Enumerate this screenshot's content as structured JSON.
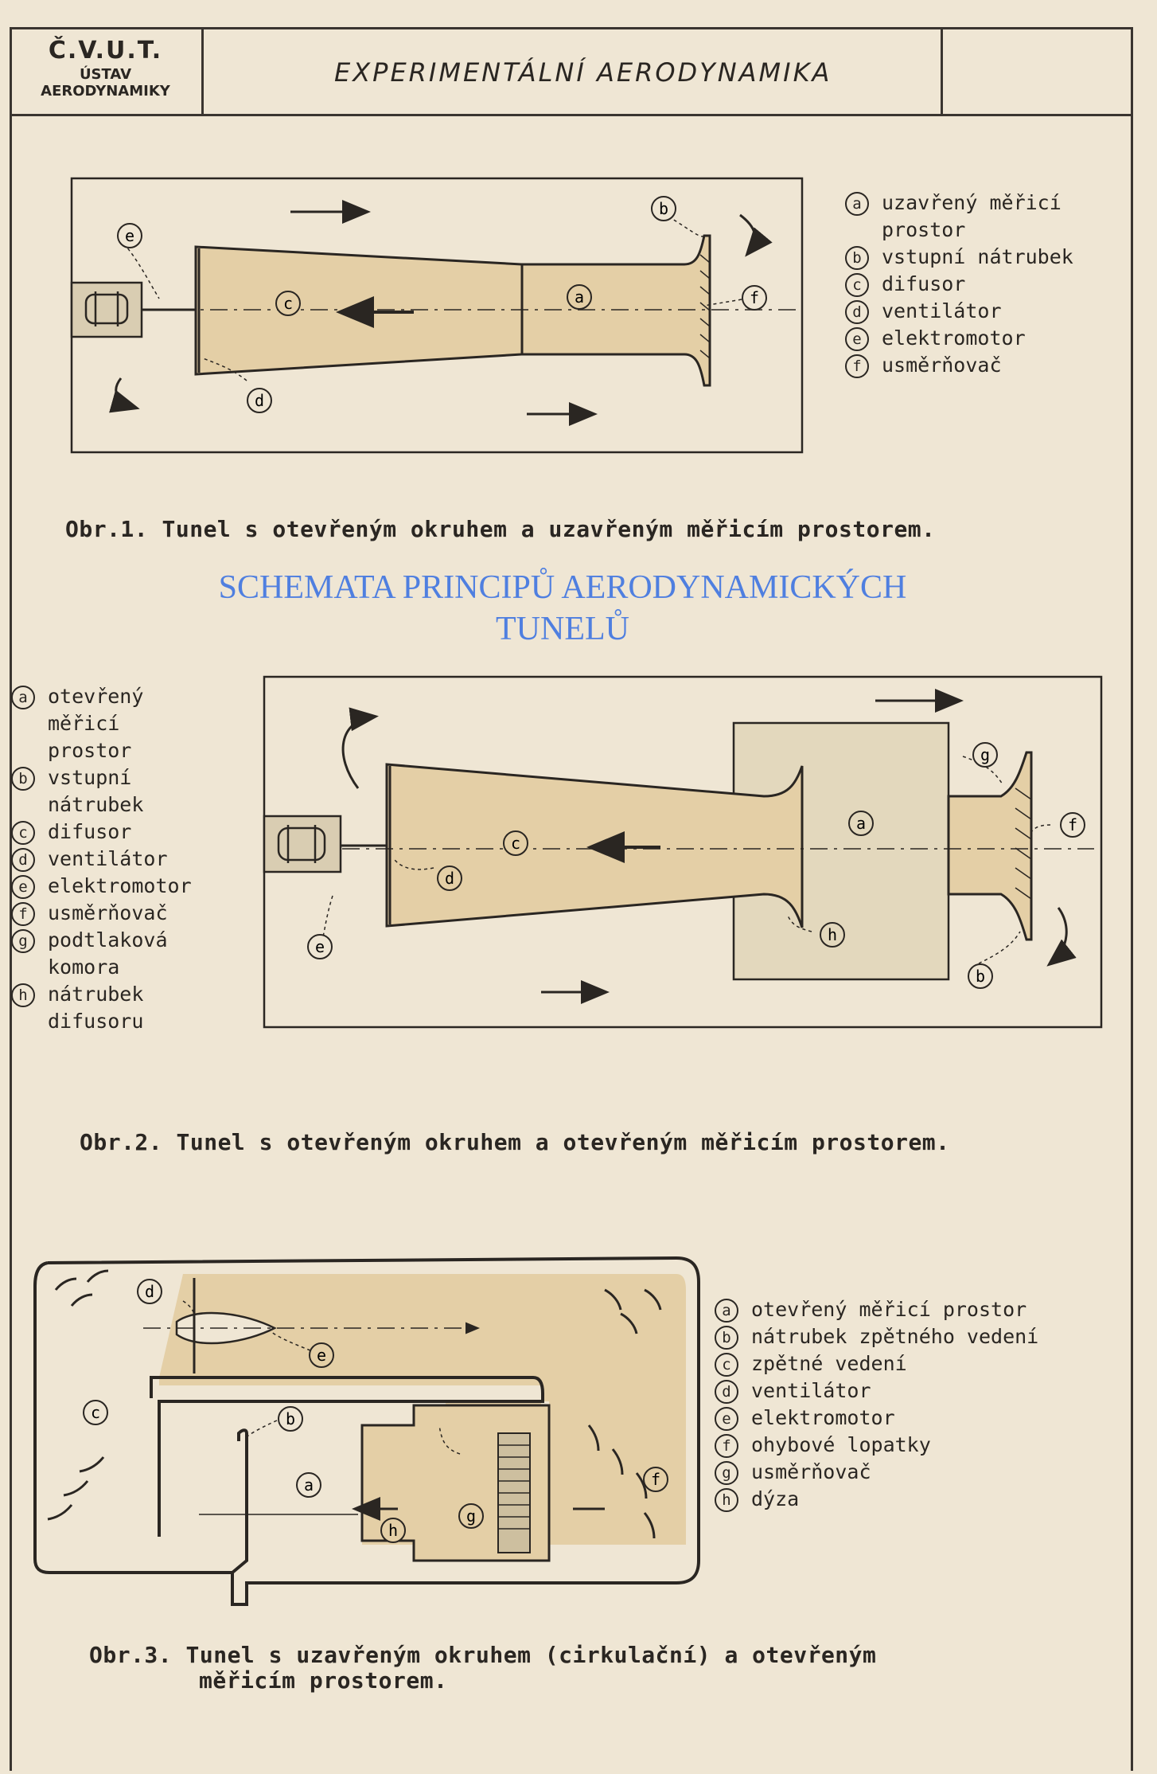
{
  "header": {
    "institution_line1": "Č.V.U.T.",
    "institution_line2": "ÚSTAV",
    "institution_line3": "AERODYNAMIKY",
    "subject": "EXPERIMENTÁLNÍ AERODYNAMIKA"
  },
  "overlay_title": {
    "line1": "SCHEMATA PRINCIPŮ AERODYNAMICKÝCH",
    "line2": "TUNELŮ",
    "color": "#4f7fe0"
  },
  "fig1": {
    "caption": "Obr.1. Tunel s otevřeným okruhem a uzavřeným měřicím prostorem.",
    "legend": [
      {
        "key": "a",
        "text": "uzavřený měřicí"
      },
      {
        "key": "",
        "text": "prostor"
      },
      {
        "key": "b",
        "text": "vstupní nátrubek"
      },
      {
        "key": "c",
        "text": "difusor"
      },
      {
        "key": "d",
        "text": "ventilátor"
      },
      {
        "key": "e",
        "text": "elektromotor"
      },
      {
        "key": "f",
        "text": "usměrňovač"
      }
    ]
  },
  "fig2": {
    "caption": "Obr.2. Tunel s otevřeným okruhem a otevřeným měřicím prostorem.",
    "legend": [
      {
        "key": "a",
        "text": "otevřený"
      },
      {
        "key": "",
        "text": "měřicí"
      },
      {
        "key": "",
        "text": "prostor"
      },
      {
        "key": "b",
        "text": "vstupní"
      },
      {
        "key": "",
        "text": "nátrubek"
      },
      {
        "key": "c",
        "text": "difusor"
      },
      {
        "key": "d",
        "text": "ventilátor"
      },
      {
        "key": "e",
        "text": "elektromotor"
      },
      {
        "key": "f",
        "text": "usměrňovač"
      },
      {
        "key": "g",
        "text": "podtlaková"
      },
      {
        "key": "",
        "text": "komora"
      },
      {
        "key": "h",
        "text": "nátrubek"
      },
      {
        "key": "",
        "text": "difusoru"
      }
    ]
  },
  "fig3": {
    "caption_line1": "Obr.3. Tunel s uzavřeným okruhem (cirkulační) a otevřeným",
    "caption_line2": "měřicím prostorem.",
    "legend": [
      {
        "key": "a",
        "text": "otevřený měřicí prostor"
      },
      {
        "key": "b",
        "text": "nátrubek zpětného vedení"
      },
      {
        "key": "c",
        "text": "zpětné vedení"
      },
      {
        "key": "d",
        "text": "ventilátor"
      },
      {
        "key": "e",
        "text": "elektromotor"
      },
      {
        "key": "f",
        "text": "ohybové lopatky"
      },
      {
        "key": "g",
        "text": "usměrňovač"
      },
      {
        "key": "h",
        "text": "dýza"
      }
    ]
  },
  "diagram_labels": {
    "a": "a",
    "b": "b",
    "c": "c",
    "d": "d",
    "e": "e",
    "f": "f",
    "g": "g",
    "h": "h"
  },
  "colors": {
    "paper": "#efe6d4",
    "tunnel_fill": "#e4cfa6",
    "ink": "#2a2622",
    "chamber_fill": "#e3d8bd"
  }
}
